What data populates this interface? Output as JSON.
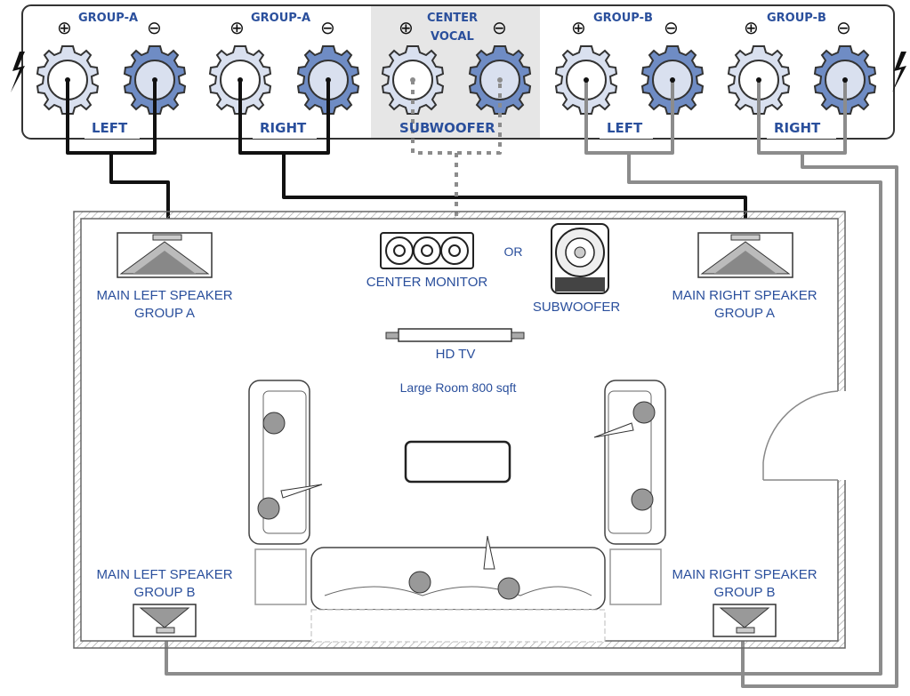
{
  "amp_panel": {
    "groups": [
      {
        "top_label": "GROUP-A",
        "bottom_label": "LEFT"
      },
      {
        "top_label": "GROUP-A",
        "bottom_label": "RIGHT"
      },
      {
        "top_label_line1": "CENTER",
        "top_label_line2": "VOCAL",
        "bottom_label": "SUBWOOFER"
      },
      {
        "top_label": "GROUP-B",
        "bottom_label": "LEFT"
      },
      {
        "top_label": "GROUP-B",
        "bottom_label": "RIGHT"
      }
    ],
    "positive_symbol": "⊕",
    "negative_symbol": "⊖"
  },
  "room": {
    "title": "Large Room 800 sqft",
    "tv_label": "HD TV",
    "center_label": "CENTER MONITOR",
    "or_label": "OR",
    "sub_label": "SUBWOOFER",
    "main_left_a_line1": "MAIN LEFT SPEAKER",
    "main_left_a_line2": "GROUP A",
    "main_right_a_line1": "MAIN RIGHT SPEAKER",
    "main_right_a_line2": "GROUP A",
    "main_left_b_line1": "MAIN LEFT SPEAKER",
    "main_left_b_line2": "GROUP B",
    "main_right_b_line1": "MAIN RIGHT SPEAKER",
    "main_right_b_line2": "GROUP B"
  },
  "colors": {
    "accent": "#2a4f9c",
    "wire_black": "#111111",
    "wire_grey": "#8c8c8c",
    "terminal_light": "#d9e0ef",
    "terminal_dark": "#6f8cc4",
    "center_bg": "#e6e6e6",
    "outline": "#333333"
  }
}
